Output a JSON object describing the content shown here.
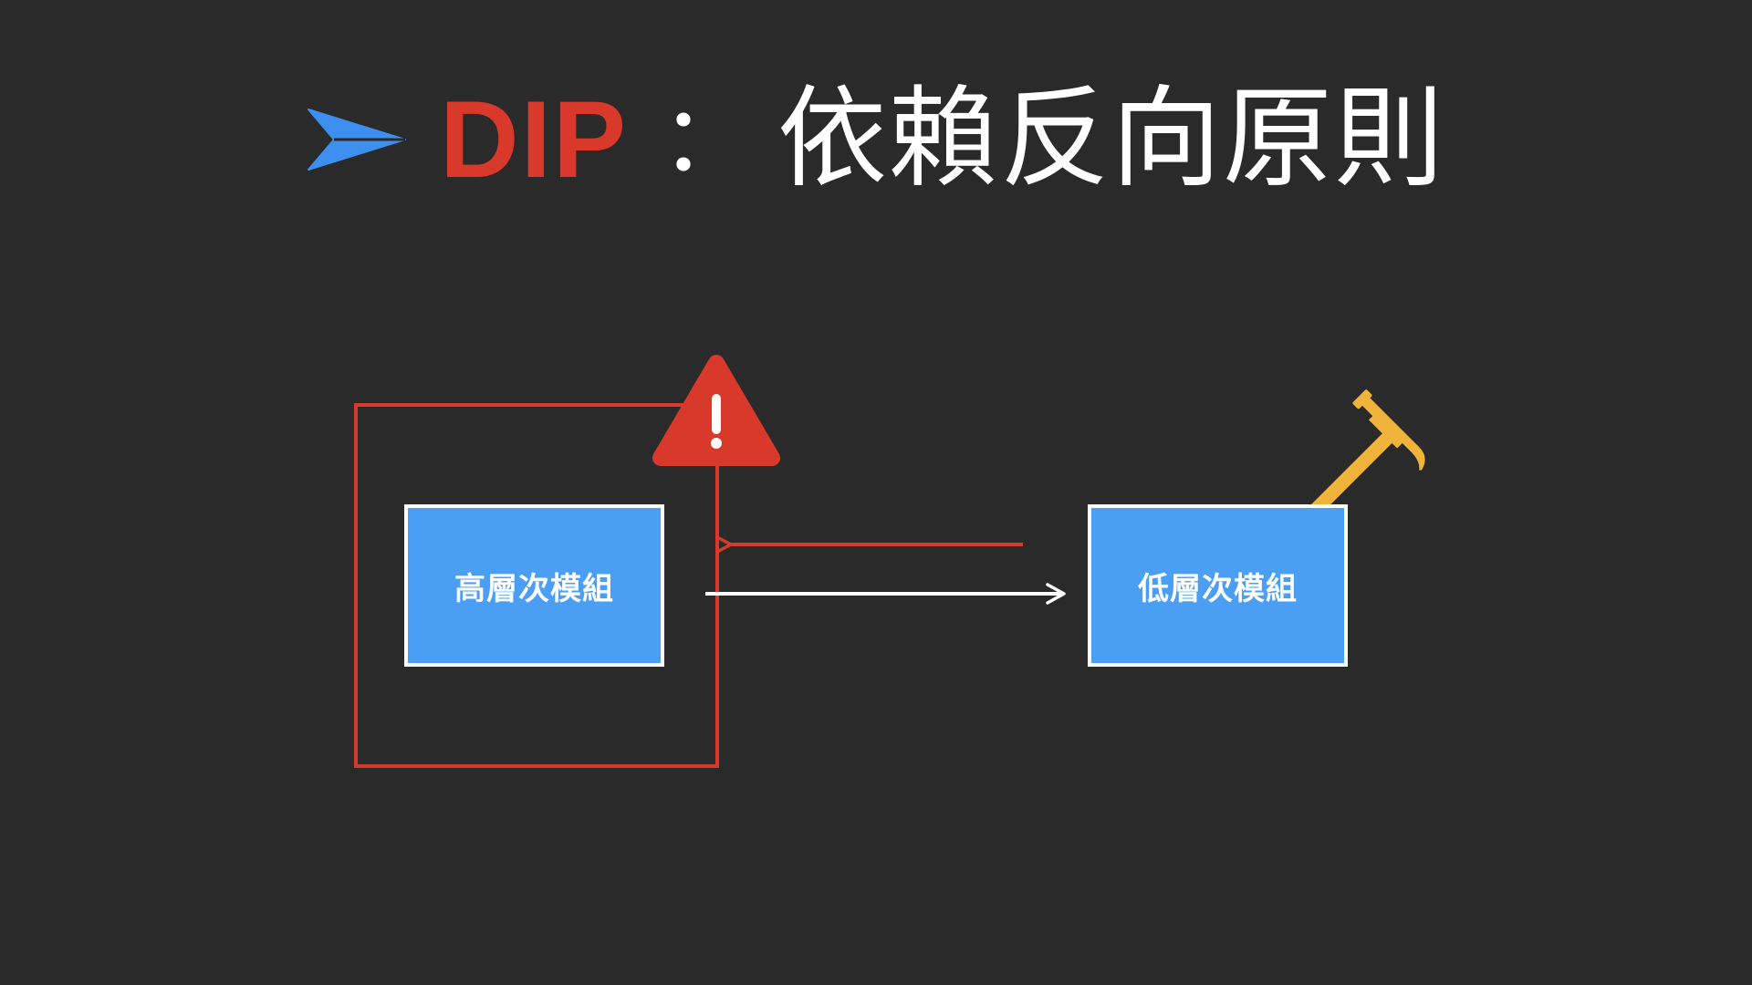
{
  "title": {
    "acronym": "DIP",
    "separator": "：",
    "text": "依賴反向原則"
  },
  "colors": {
    "background": "#2a2a2a",
    "accent_red": "#d8392b",
    "module_blue": "#4a9ff5",
    "arrow_blue": "#3d8ff0",
    "hammer_yellow": "#f0b43c",
    "white": "#ffffff"
  },
  "modules": {
    "high_level": "高層次模組",
    "low_level": "低層次模組"
  },
  "icons": {
    "title_bullet": "arrowhead-icon",
    "warning": "warning-icon",
    "tool": "hammer-icon"
  }
}
